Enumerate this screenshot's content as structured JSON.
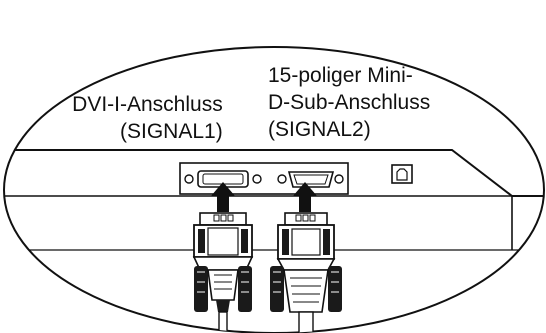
{
  "labels": {
    "dvi": {
      "line1": "DVI-I-Anschluss",
      "line2": "(SIGNAL1)"
    },
    "dsub": {
      "line1": "15-poliger Mini-",
      "line2": "D-Sub-Anschluss",
      "line3": "(SIGNAL2)"
    }
  },
  "colors": {
    "stroke": "#111111",
    "background": "#ffffff",
    "connector_fill": "#1a1a1a"
  },
  "icons": {
    "dvi_port": "dvi-port-icon",
    "vga_port": "d-sub-port-icon",
    "usb_port": "usb-b-port-icon",
    "arrow": "up-arrow-icon"
  }
}
